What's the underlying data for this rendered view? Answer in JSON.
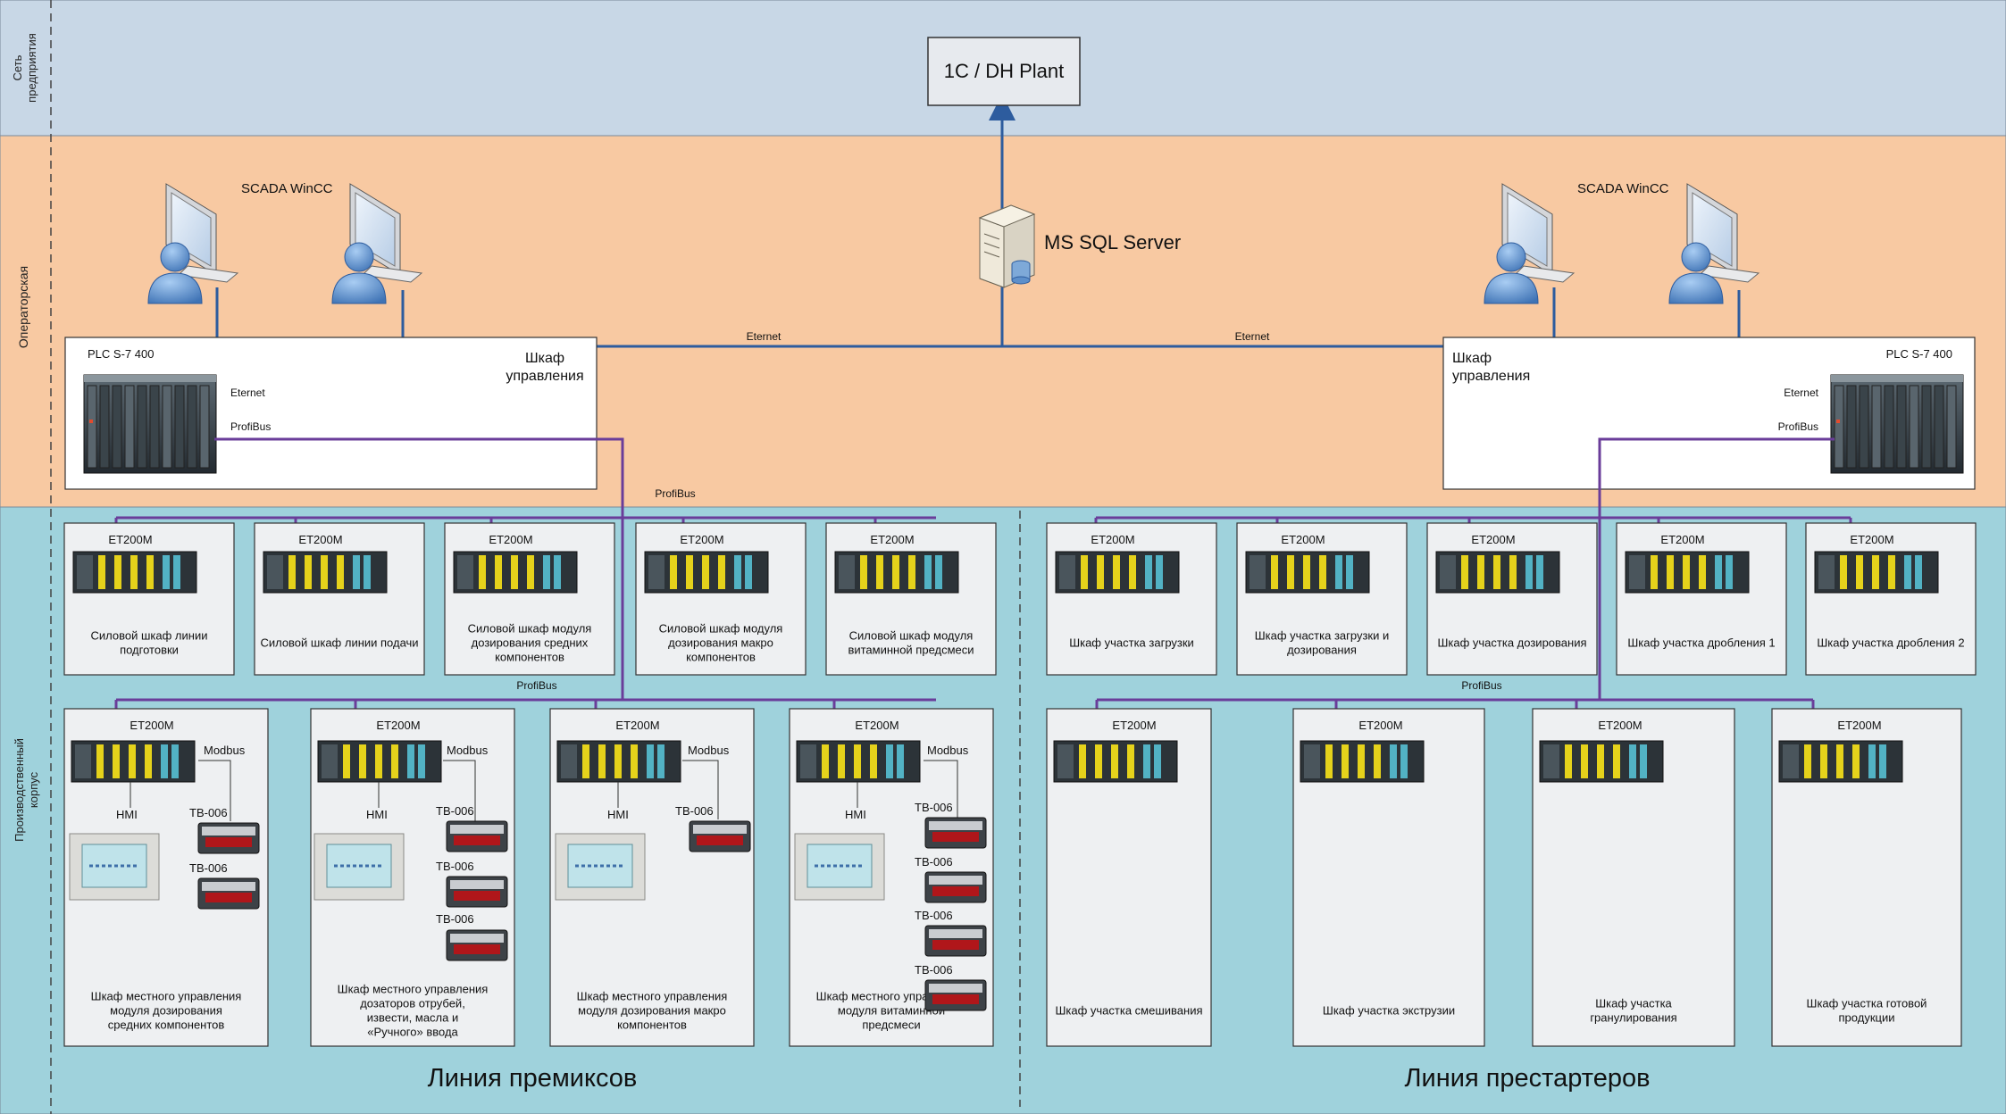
{
  "zones": {
    "enterprise": "Сеть предприятия",
    "operator": "Операторская",
    "production": "Производственный корпус"
  },
  "erp": {
    "label": "1С / DH Plant"
  },
  "db": {
    "label": "MS SQL Server"
  },
  "scada_left": "SCADA WinCC",
  "scada_right": "SCADA WinCC",
  "cabinet_left": {
    "title": "Шкаф управления",
    "plc": "PLC S-7 400",
    "eth": "Eternet",
    "profibus": "ProfiBus"
  },
  "cabinet_right": {
    "title": "Шкаф управления",
    "plc": "PLC S-7 400",
    "eth": "Eternet",
    "profibus": "ProfiBus"
  },
  "network": {
    "eternet_left": "Eternet",
    "eternet_right": "Eternet",
    "profibus_main": "ProfiBus",
    "profibus_row2_left": "ProfiBus",
    "profibus_row2_right": "ProfiBus"
  },
  "module_label": "ET200M",
  "premix_row1": [
    "Силовой шкаф линии подготовки",
    "Силовой шкаф линии подачи",
    "Силовой шкаф модуля дозирования средних компонентов",
    "Силовой шкаф модуля дозирования макро компонентов",
    "Силовой шкаф модуля витаминной предсмеси"
  ],
  "prestarter_row1": [
    "Шкаф участка загрузки",
    "Шкаф участка загрузки и дозирования",
    "Шкаф участка дозирования",
    "Шкаф  участка дробления 1",
    "Шкаф  участка дробления 2"
  ],
  "premix_row2": [
    "Шкаф местного управления модуля дозирования средних компонентов",
    "Шкаф местного управления дозаторов отрубей, извести, масла и «Ручного» ввода",
    "Шкаф местного управления модуля дозирования макро компонентов",
    "Шкаф местного управления модуля витаминной предсмеси"
  ],
  "prestarter_row2": [
    "Шкаф участка смешивания",
    "Шкаф участка экструзии",
    "Шкаф участка гранулирования",
    "Шкаф участка готовой продукции"
  ],
  "devices": {
    "modbus": "Modbus",
    "hmi": "HMI",
    "tb": "ТВ-006"
  },
  "lines": {
    "premix": "Линия премиксов",
    "prestarter": "Линия престартеров"
  },
  "colors": {
    "enterprise_band": "#c8d7e6",
    "operator_band": "#f8c9a2",
    "production_band": "#9fd2dc",
    "ethernet": "#2d5c9e",
    "profibus": "#6a3d9a"
  }
}
